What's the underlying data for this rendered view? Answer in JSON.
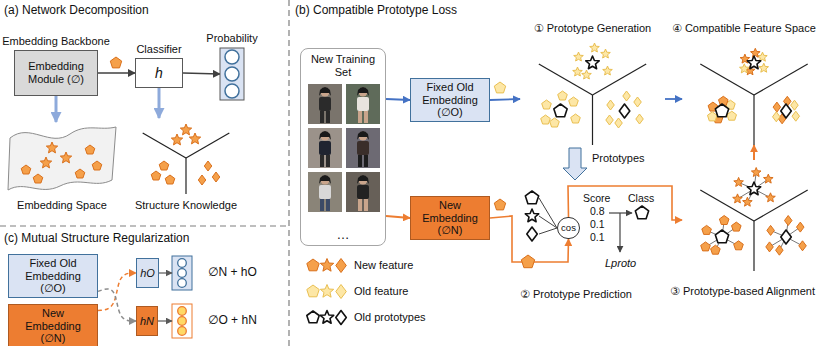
{
  "diagram": {
    "nodes": [
      {
        "text": [
          "Embedding Backbone",
          "Embedding Module (∅)"
        ]
      },
      {
        "text": [
          "Classifier",
          "h"
        ]
      },
      {
        "text": [
          "Probability"
        ]
      },
      {
        "text": [
          "Embedding Space"
        ]
      },
      {
        "text": [
          "Structure Knowledge"
        ]
      },
      {
        "text": [
          "New Training Set",
          "…"
        ]
      },
      {
        "text": [
          "Fixed Old Embedding (∅O)"
        ]
      },
      {
        "text": [
          "New Embedding (∅N)"
        ]
      },
      {
        "text": [
          "① Prototype Generation"
        ]
      },
      {
        "text": [
          "④ Compatible Feature Space"
        ]
      },
      {
        "text": [
          "③ Prototype-based Alignment"
        ]
      },
      {
        "text": [
          "cos"
        ]
      },
      {
        "text": [
          "Fixed Old Embedding (∅O)"
        ]
      },
      {
        "text": [
          "New Embedding (∅N)"
        ]
      },
      {
        "text": [
          "hO"
        ]
      },
      {
        "text": [
          "hN"
        ]
      }
    ],
    "edges": [
      {
        "from": 0,
        "to": 1,
        "arrow": "to"
      },
      {
        "from": 1,
        "to": 2,
        "arrow": "to"
      },
      {
        "from": 0,
        "to": 3,
        "arrow": "to"
      },
      {
        "from": 1,
        "to": 4,
        "arrow": "to"
      },
      {
        "from": 5,
        "to": 6,
        "arrow": "to"
      },
      {
        "from": 5,
        "to": 7,
        "arrow": "to"
      },
      {
        "from": 6,
        "to": 8,
        "arrow": "to"
      },
      {
        "from": 8,
        "to": 9,
        "arrow": "to"
      },
      {
        "from": 7,
        "to": 11,
        "arrow": "to"
      },
      {
        "from": 11,
        "to": 10,
        "arrow": "to"
      },
      {
        "from": 10,
        "to": 9,
        "arrow": "to"
      },
      {
        "from": 13,
        "to": 14,
        "arrow": "to"
      },
      {
        "from": 12,
        "to": 15,
        "arrow": "to"
      }
    ],
    "labels": [
      "(a) Network Decomposition",
      "(b) Compatible Prototype Loss",
      "(c) Mutual Structure Regularization",
      "Prototypes",
      "Score",
      "0.8",
      "0.1",
      "0.1",
      "Class",
      "Lproto",
      "② Prototype Prediction",
      "∅N + hO",
      "∅O + hN"
    ],
    "legend": [
      {
        "text": "New feature"
      },
      {
        "text": "Old feature"
      },
      {
        "text": "Old prototypes"
      }
    ]
  }
}
